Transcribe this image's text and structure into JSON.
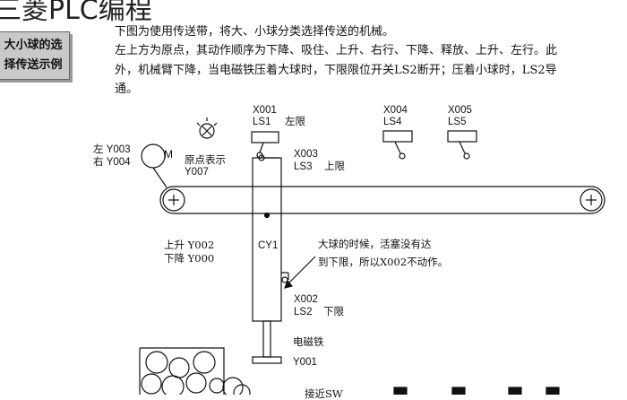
{
  "heading": "三菱PLC编程",
  "example_box": {
    "line1": "大小球的选",
    "line2": "择传送示例"
  },
  "description": {
    "line1": "下图为使用传送带，将大、小球分类选择传送的机械。",
    "line2": "左上方为原点，其动作顺序为下降、吸住、上升、右行、下降、释放、上升、左行。此",
    "line3": "外，机械臂下降，当电磁铁压着大球时，下限限位开关LS2断开；压着小球时，LS2导",
    "line4": "通。"
  },
  "diagram": {
    "motor_symbol": "M",
    "left_output": "左 Y003",
    "right_output": "右 Y004",
    "origin_indicator": "原点表示",
    "origin_output": "Y007",
    "ls1_address": "X001",
    "ls1_name": "LS1",
    "ls1_desc": "左限",
    "ls3_address": "X003",
    "ls3_name": "LS3",
    "ls3_desc": "上限",
    "ls4_address": "X004",
    "ls4_name": "LS4",
    "ls5_address": "X005",
    "ls5_name": "LS5",
    "up_output": "上升  Y002",
    "down_output": "下降  Y000",
    "cylinder_label": "CY1",
    "note_line1": "大球的时候，活塞没有达",
    "note_line2": "到下限，所以X002不动作。",
    "ls2_address": "X002",
    "ls2_name": "LS2",
    "ls2_desc": "下限",
    "magnet_label": "电磁铁",
    "magnet_output": "Y001",
    "partial_label": "接近SW"
  }
}
